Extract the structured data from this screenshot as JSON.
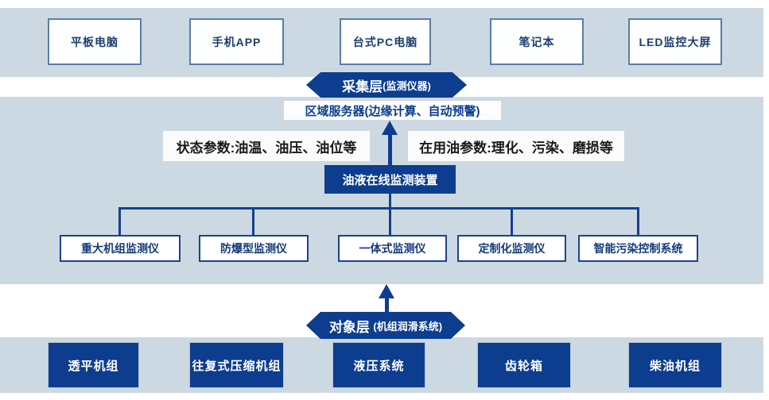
{
  "diagram": {
    "terminal_row": {
      "items": [
        {
          "label": "平板电脑"
        },
        {
          "label": "手机APP"
        },
        {
          "label": "台式PC电脑"
        },
        {
          "label": "笔记本"
        },
        {
          "label": "LED监控大屏"
        }
      ]
    },
    "collection_layer_banner": {
      "title": "采集层",
      "subtitle": "(监测仪器)"
    },
    "regional_server_label": "区域服务器(边缘计算、自动预警)",
    "status_params_label": "状态参数:油温、油压、油位等",
    "oil_params_label": "在用油参数:理化、污染、磨损等",
    "online_monitor_device_label": "油液在线监测装置",
    "monitor_row": {
      "items": [
        {
          "label": "重大机组监测仪"
        },
        {
          "label": "防爆型监测仪"
        },
        {
          "label": "一体式监测仪"
        },
        {
          "label": "定制化监测仪"
        },
        {
          "label": "智能污染控制系统"
        }
      ]
    },
    "object_layer_banner": {
      "title": "对象层",
      "subtitle": "(机组润滑系统)"
    },
    "object_row": {
      "items": [
        {
          "label": "透平机组"
        },
        {
          "label": "往复式压缩机组"
        },
        {
          "label": "液压系统"
        },
        {
          "label": "齿轮箱"
        },
        {
          "label": "柴油机组"
        }
      ]
    },
    "colors": {
      "band_background": "#cdd9e2",
      "primary_blue": "#0d3d8f",
      "terminal_border_blue": "#5a7da6",
      "text_navy": "#1c3f6e",
      "param_text": "#1a1a1a"
    }
  }
}
